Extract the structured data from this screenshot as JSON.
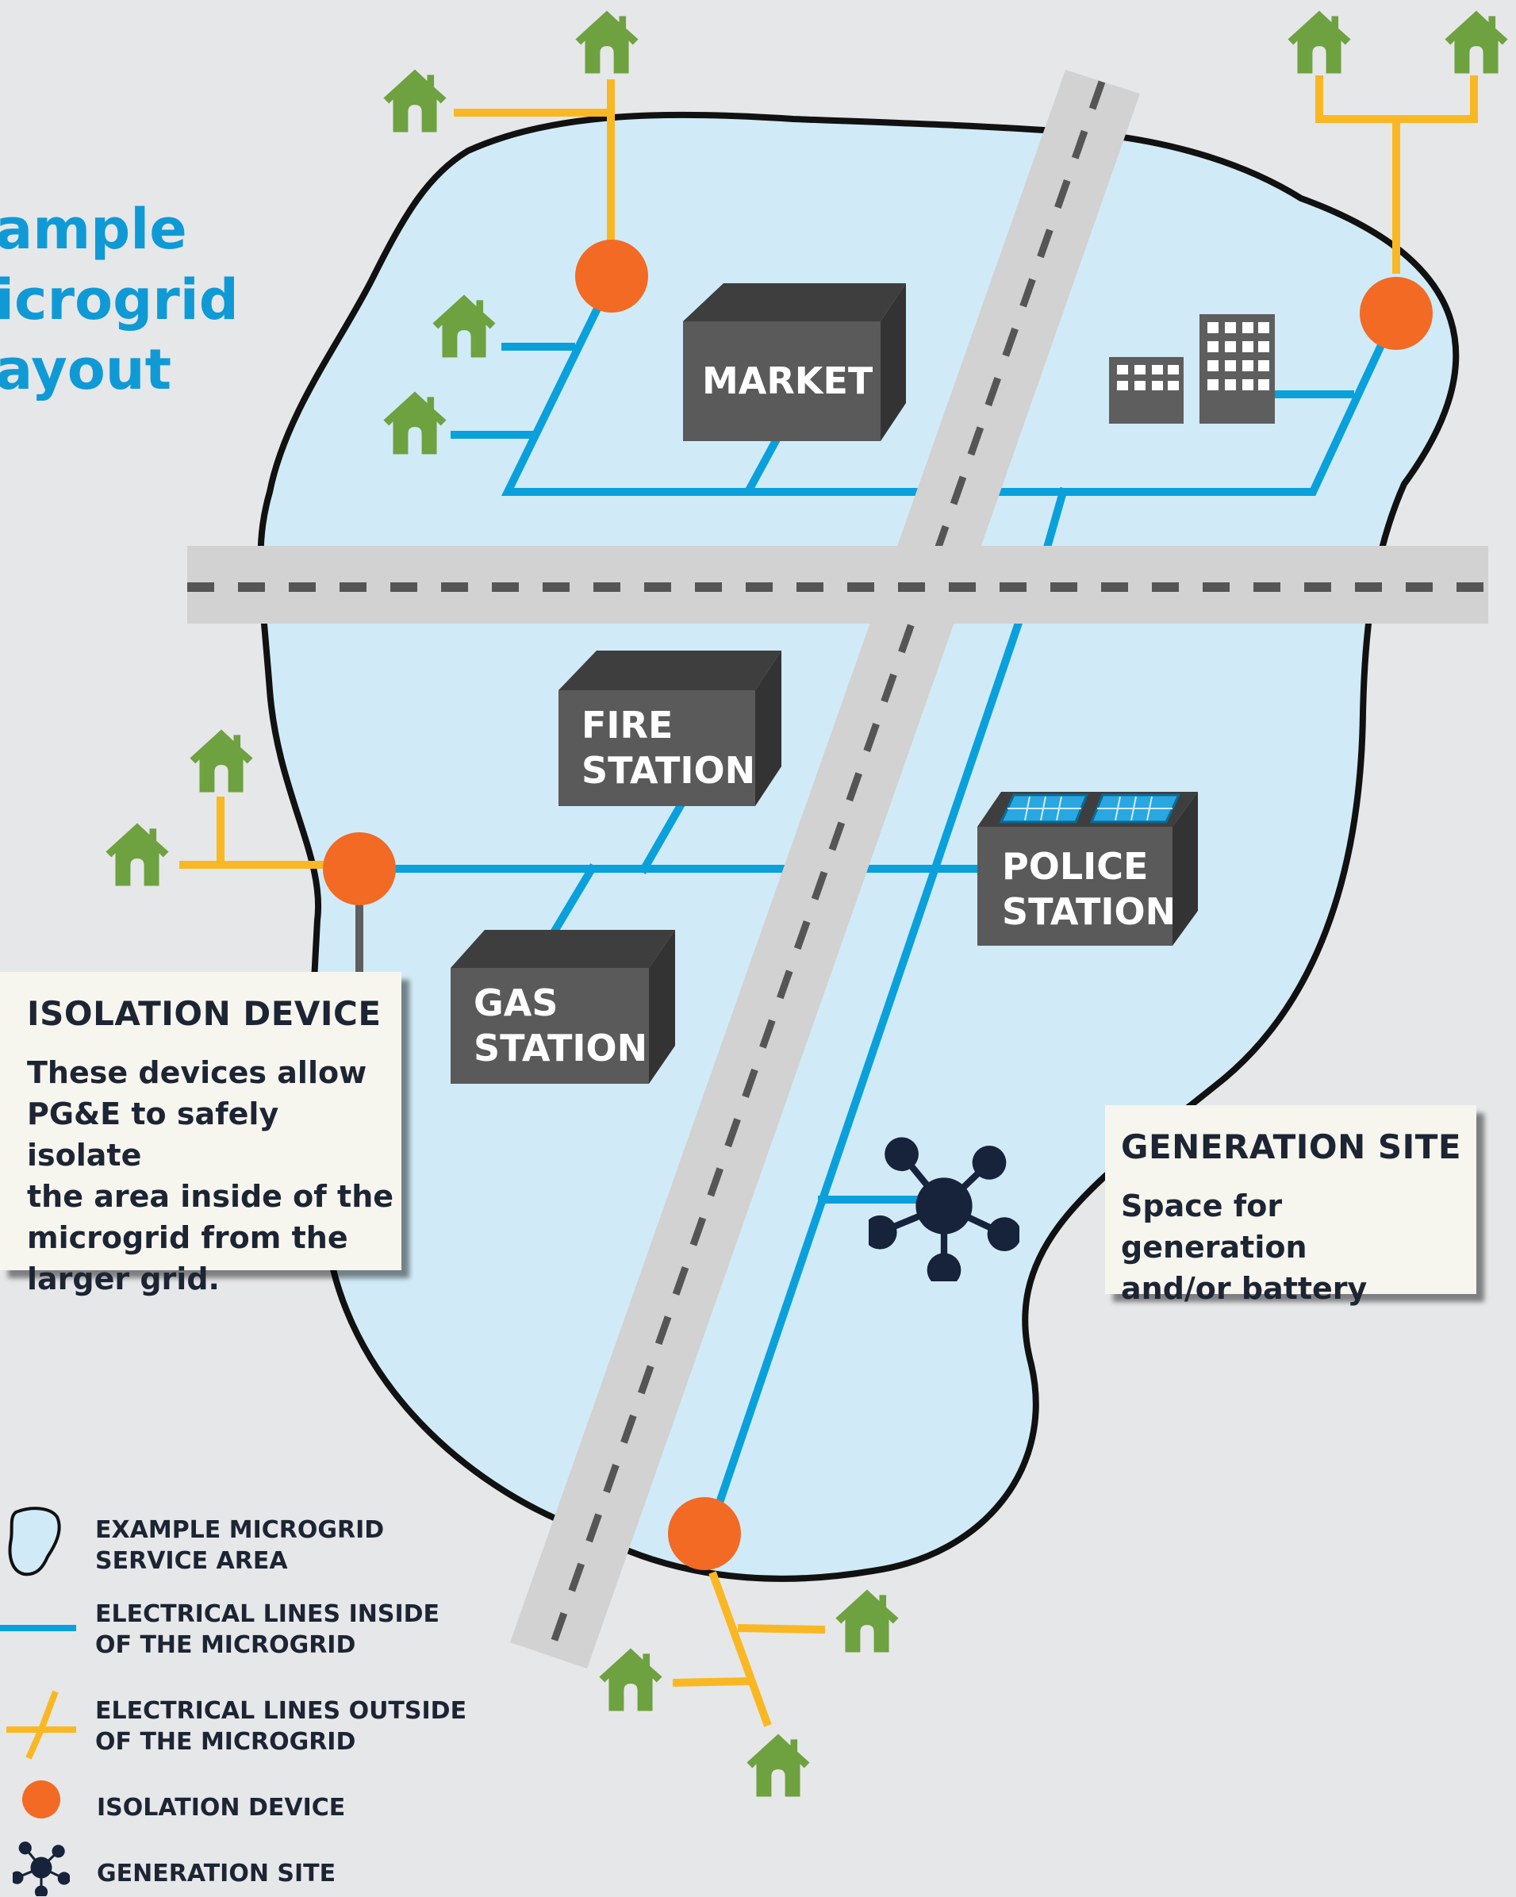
{
  "title": {
    "lines": [
      "ample",
      "icrogrid",
      "ayout"
    ]
  },
  "buildings": {
    "market": {
      "lines": [
        "MARKET"
      ]
    },
    "fire_station": {
      "lines": [
        "FIRE",
        "STATION"
      ]
    },
    "gas_station": {
      "lines": [
        "GAS",
        "STATION"
      ]
    },
    "police_station": {
      "lines": [
        "POLICE",
        "STATION"
      ]
    }
  },
  "callouts": {
    "isolation_device": {
      "title": "ISOLATION DEVICE",
      "body_lines": [
        "These devices allow",
        "PG&E to safely isolate",
        "the area inside of the",
        "microgrid from the",
        "larger grid."
      ]
    },
    "generation_site": {
      "title": "GENERATION SITE",
      "body_lines": [
        "Space for generation",
        "and/or battery"
      ]
    }
  },
  "legend": {
    "items": [
      {
        "icon": "microgrid-area-icon",
        "lines": [
          "EXAMPLE MICROGRID",
          "SERVICE AREA"
        ]
      },
      {
        "icon": "inside-line-icon",
        "lines": [
          "ELECTRICAL LINES INSIDE",
          "OF THE MICROGRID"
        ]
      },
      {
        "icon": "outside-line-icon",
        "lines": [
          "ELECTRICAL LINES OUTSIDE",
          "OF THE MICROGRID"
        ]
      },
      {
        "icon": "isolation-device-icon",
        "lines": [
          "ISOLATION DEVICE"
        ]
      },
      {
        "icon": "generation-site-icon",
        "lines": [
          "GENERATION SITE"
        ]
      }
    ]
  },
  "colors": {
    "background": "#e6e7e9",
    "microgrid_fill": "#d0ebf7",
    "boundary": "#111111",
    "road": "#d2d2d2",
    "road_dash": "#555555",
    "inside_line": "#0aa0dc",
    "outside_line": "#f9b823",
    "isolation_device": "#f26a24",
    "house": "#6ea13f",
    "building": "#5a5a5a",
    "generation_site": "#16233a",
    "title": "#0f9ad6"
  }
}
